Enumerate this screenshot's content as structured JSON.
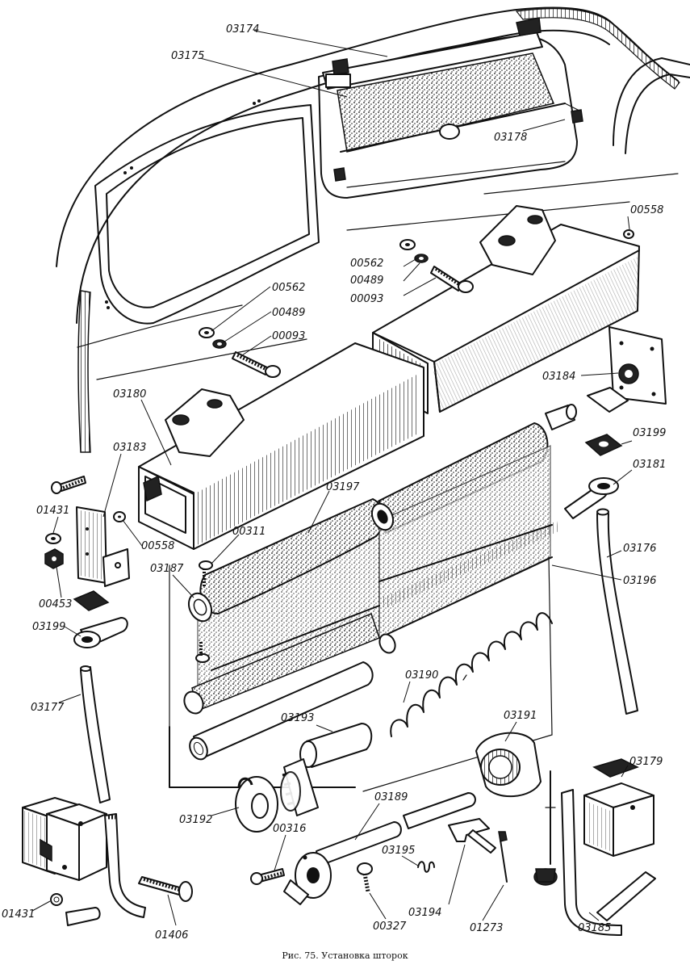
{
  "caption": "Рис. 75. Установка шторок",
  "labels": {
    "l03174": "03174",
    "l03175": "03175",
    "l03178": "03178",
    "l00558a": "00558",
    "l00562a": "00562",
    "l00489a": "00489",
    "l00093a": "00093",
    "l00562b": "00562",
    "l00489b": "00489",
    "l00093b": "00093",
    "l03184": "03184",
    "l03180": "03180",
    "l03199a": "03199",
    "l03181": "03181",
    "l03183": "03183",
    "l03197": "03197",
    "l01431a": "01431",
    "l00558b": "00558",
    "l00311": "00311",
    "l03176": "03176",
    "l03187": "03187",
    "l00453": "00453",
    "l03196": "03196",
    "l03199b": "03199",
    "l03190": "03190",
    "l03177": "03177",
    "l03193": "03193",
    "l03191": "03191",
    "l03179": "03179",
    "l03189": "03189",
    "l03192": "03192",
    "l00316": "00316",
    "l03195": "03195",
    "l03194": "03194",
    "l01431b": "01431",
    "l01406": "01406",
    "l00327": "00327",
    "l01273": "01273",
    "l03185": "03185"
  }
}
